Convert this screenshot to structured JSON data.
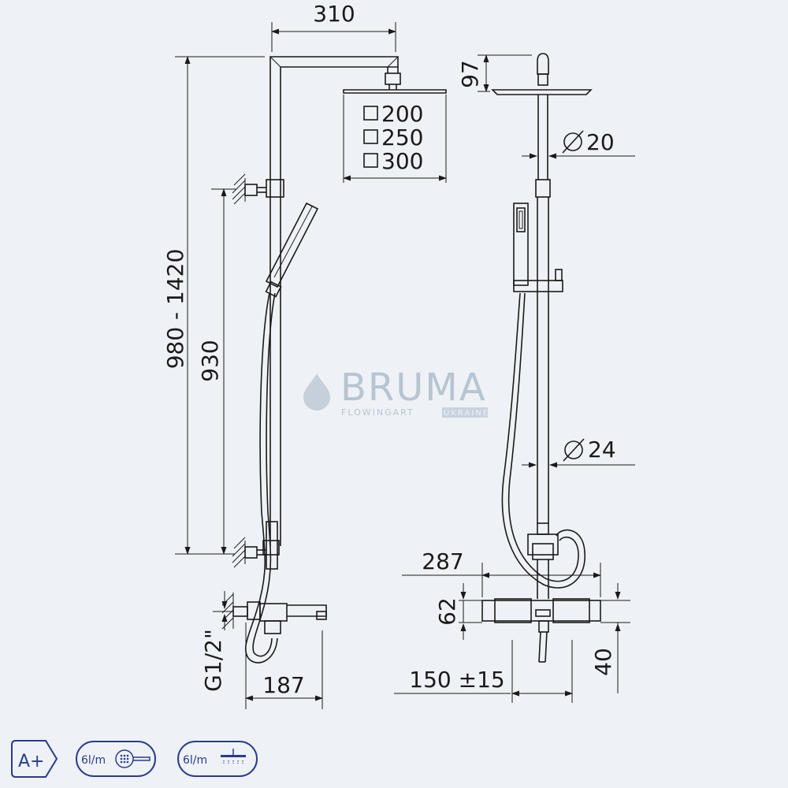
{
  "dimensions": {
    "head_width": "310",
    "head_height": "97",
    "head_sizes": [
      "200",
      "250",
      "300"
    ],
    "rod_upper_diameter": "20",
    "rod_lower_diameter": "24",
    "total_height": "980 - 1420",
    "bracket_spacing": "930",
    "thermostat_width": "287",
    "thermostat_height": "62",
    "pipe_length": "40",
    "connection_spacing": "150 ±15",
    "spout_depth": "187",
    "connection_thread": "G1/2\""
  },
  "watermark": {
    "brand": "BRUMA",
    "tagline": "FLOWINGART",
    "region": "UKRAINE"
  },
  "badges": {
    "energy_class": "A+",
    "hand_shower_flow": "6l/m",
    "head_shower_flow": "6l/m"
  },
  "colors": {
    "background": "#eef2f6",
    "line": "#1a1a1a",
    "badge": "#2b3b8c",
    "watermark": "#b8c4cf"
  }
}
